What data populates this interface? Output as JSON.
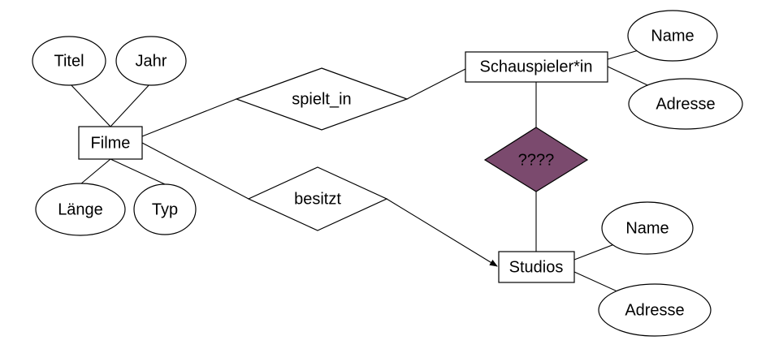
{
  "colors": {
    "background": "#ffffff",
    "stroke": "#000000",
    "unknown_relationship_fill": "#7b4a6e"
  },
  "entities": {
    "filme": "Filme",
    "schauspieler": "Schauspieler*in",
    "studios": "Studios"
  },
  "relationships": {
    "spielt_in": "spielt_in",
    "besitzt": "besitzt",
    "unknown": "????"
  },
  "attributes": {
    "filme_titel": "Titel",
    "filme_jahr": "Jahr",
    "filme_laenge": "Länge",
    "filme_typ": "Typ",
    "schauspieler_name": "Name",
    "schauspieler_adresse": "Adresse",
    "studios_name": "Name",
    "studios_adresse": "Adresse"
  }
}
